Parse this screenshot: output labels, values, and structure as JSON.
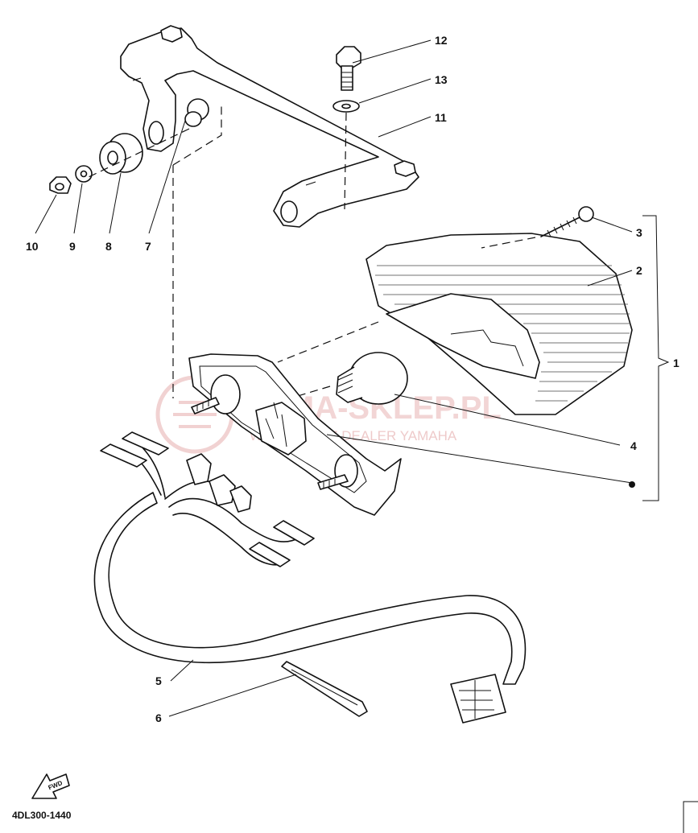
{
  "diagram": {
    "callouts": [
      "1",
      "2",
      "3",
      "4",
      "5",
      "6",
      "7",
      "8",
      "9",
      "10",
      "11",
      "12",
      "13"
    ],
    "diagram_code": "4DL300-1440",
    "direction_arrow_label": "FWD"
  },
  "watermark": {
    "brand": "YAMA-SKLEP.PL",
    "tagline": "WIELKOWICZ DEALER YAMAHA"
  },
  "colors": {
    "ink": "#111111",
    "watermark": "#e8b4b4"
  }
}
